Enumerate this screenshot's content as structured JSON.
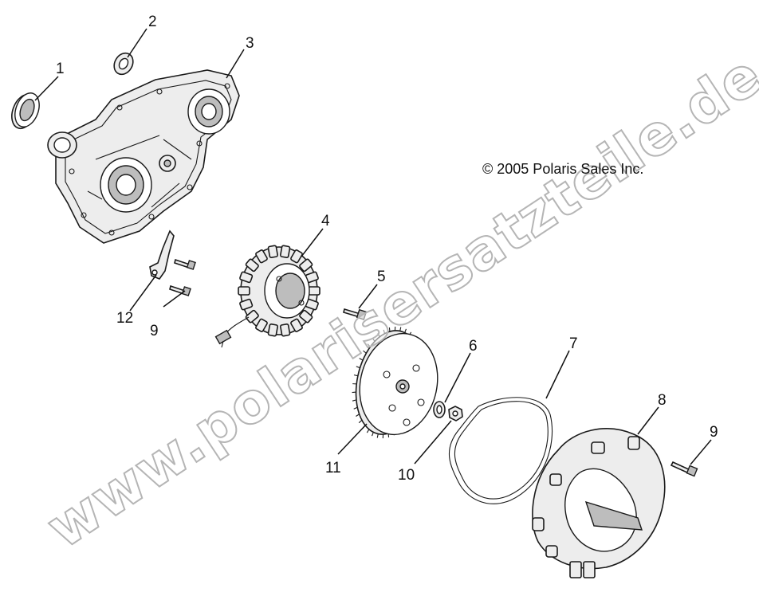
{
  "copyright": "© 2005 Polaris Sales Inc.",
  "watermark": "www.polarisersatzteile.de",
  "callouts": {
    "c1": "1",
    "c2": "2",
    "c3": "3",
    "c4": "4",
    "c5": "5",
    "c6": "6",
    "c7": "7",
    "c8": "8",
    "c9a": "9",
    "c9b": "9",
    "c10": "10",
    "c11": "11",
    "c12": "12"
  },
  "parts": {
    "p1": "seal",
    "p2": "washer",
    "p3": "crankcase-cover",
    "p4": "stator",
    "p5": "bolt",
    "p6": "washer",
    "p7": "gasket",
    "p8": "stator-cover",
    "p9": "bolt",
    "p10": "nut",
    "p11": "flywheel",
    "p12": "bracket"
  },
  "colors": {
    "line": "#1a1a1a",
    "fill": "#ededed",
    "watermark_outline": "#b5b5b5"
  }
}
